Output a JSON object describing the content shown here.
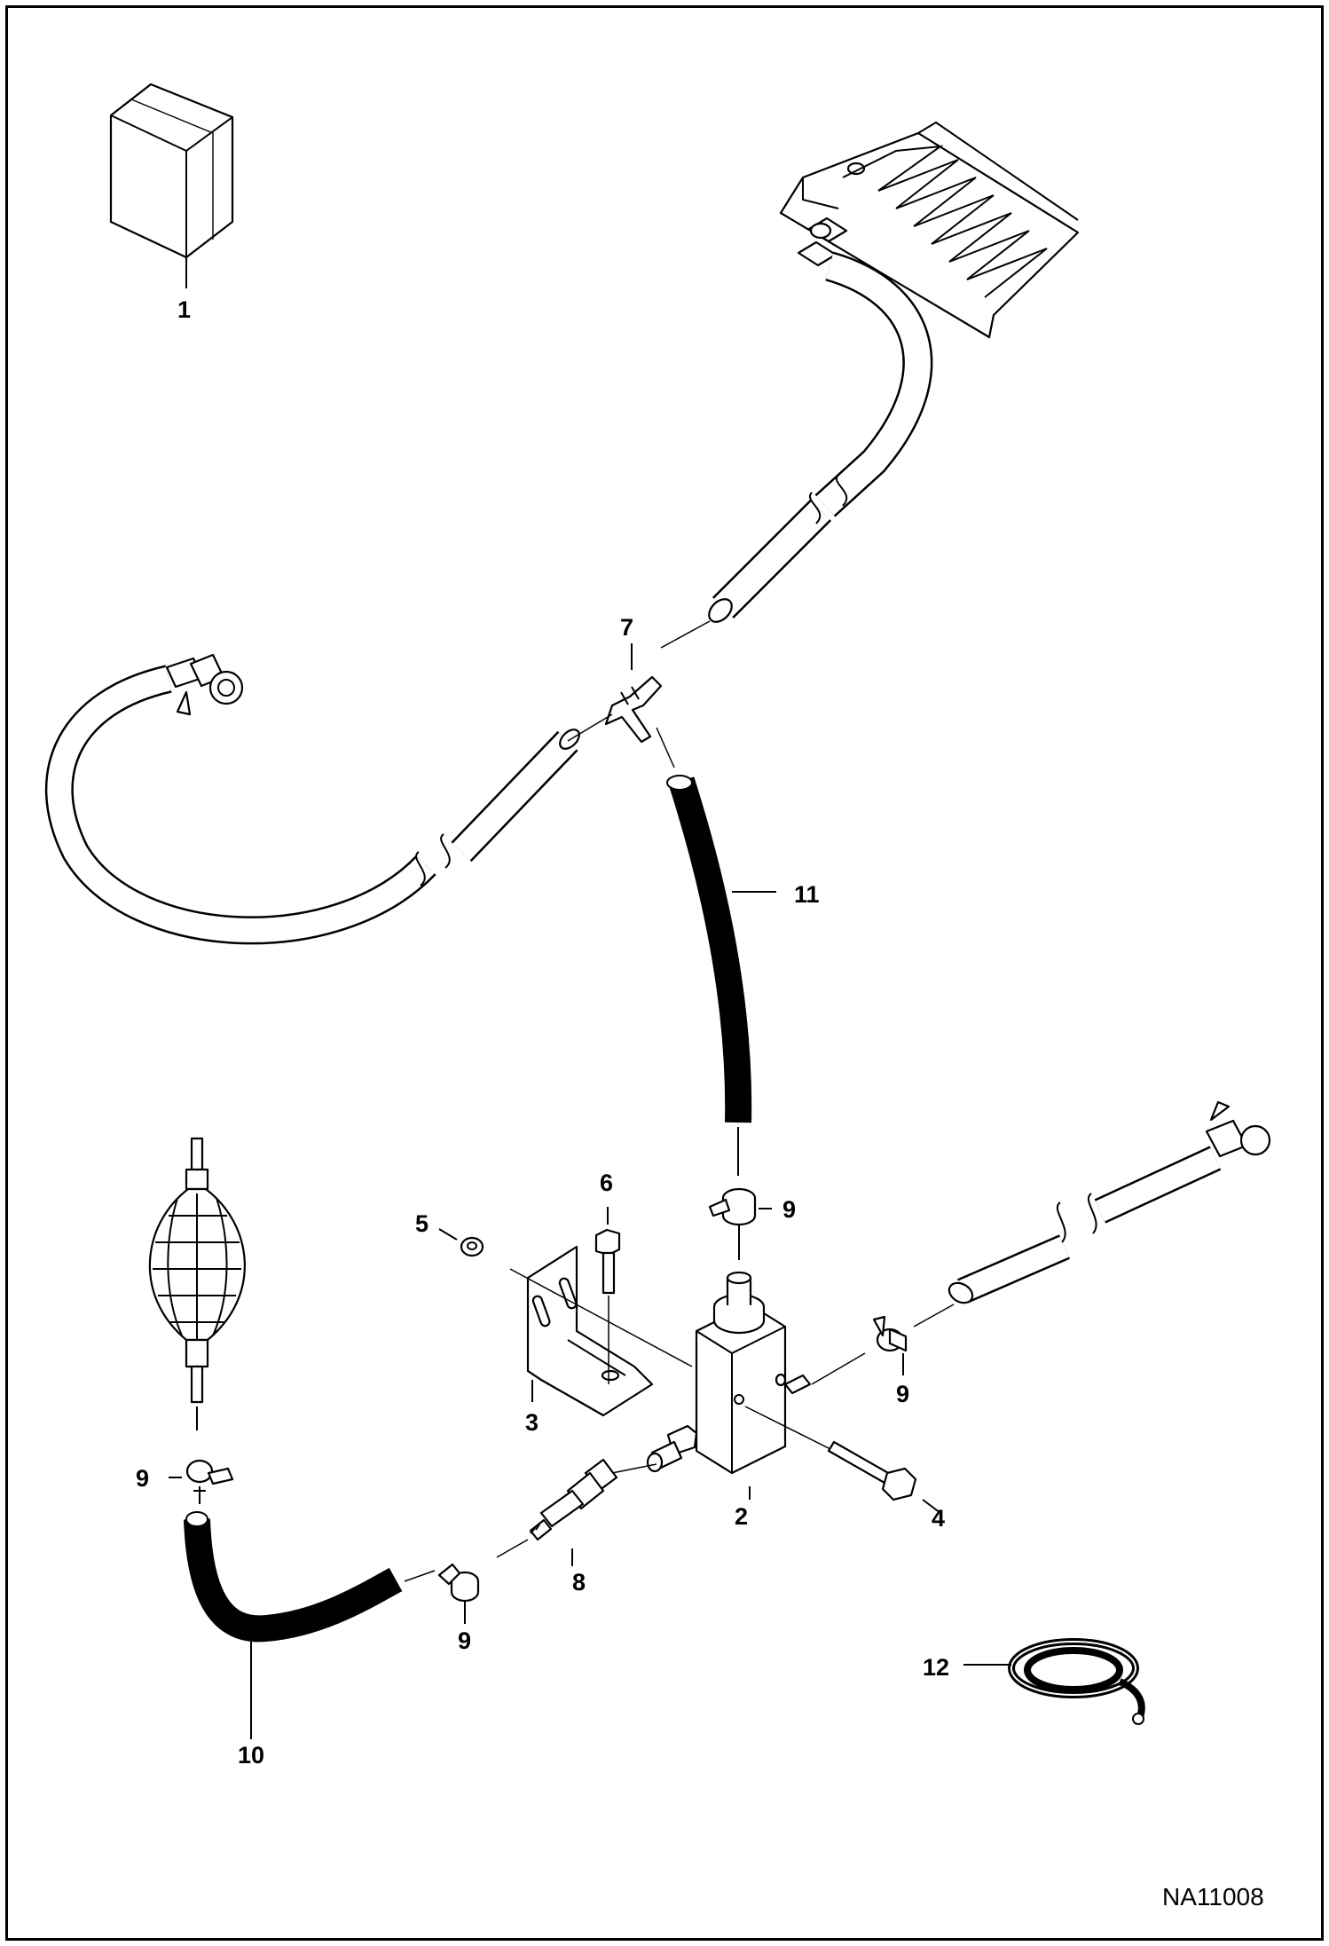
{
  "diagram": {
    "reference_code": "NA11008",
    "callouts": [
      {
        "id": "c1",
        "label": "1"
      },
      {
        "id": "c2",
        "label": "2"
      },
      {
        "id": "c3",
        "label": "3"
      },
      {
        "id": "c4",
        "label": "4"
      },
      {
        "id": "c5",
        "label": "5"
      },
      {
        "id": "c6",
        "label": "6"
      },
      {
        "id": "c7",
        "label": "7"
      },
      {
        "id": "c8",
        "label": "8"
      },
      {
        "id": "c9a",
        "label": "9"
      },
      {
        "id": "c9b",
        "label": "9"
      },
      {
        "id": "c9c",
        "label": "9"
      },
      {
        "id": "c9d",
        "label": "9"
      },
      {
        "id": "c10",
        "label": "10"
      },
      {
        "id": "c11",
        "label": "11"
      },
      {
        "id": "c12",
        "label": "12"
      }
    ]
  }
}
